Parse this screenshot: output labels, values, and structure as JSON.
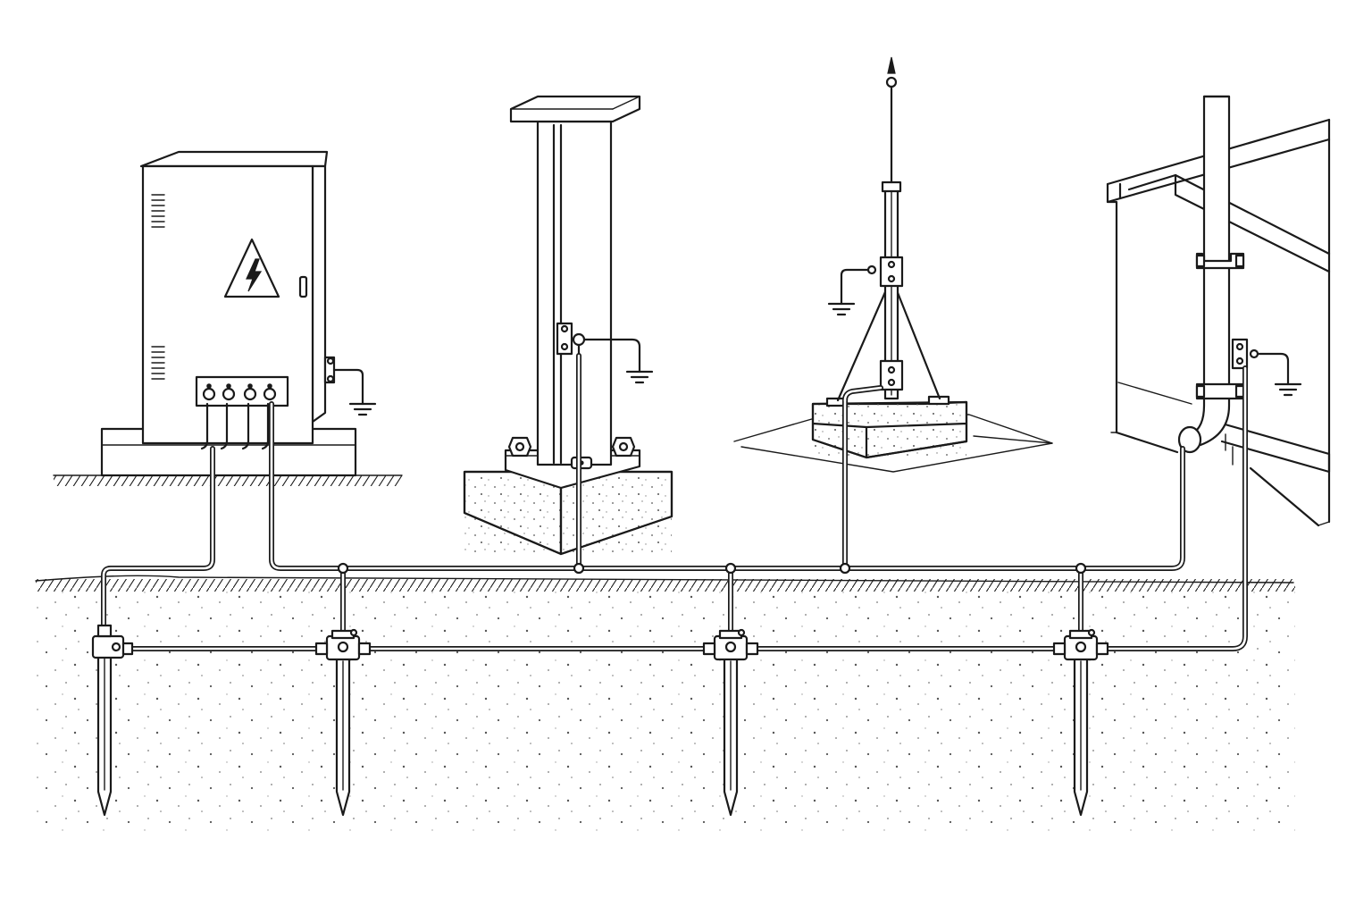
{
  "diagram": {
    "type": "grounding-system-line-drawing",
    "colors": {
      "line": "#1a1a1a",
      "background": "#ffffff"
    },
    "elements": [
      {
        "id": "electrical-cabinet",
        "icon": "high-voltage-warning-icon"
      },
      {
        "id": "steel-column-on-concrete-footing"
      },
      {
        "id": "lightning-rod-mast-on-concrete-block"
      },
      {
        "id": "downpipe-at-building-parapet"
      },
      {
        "id": "ground-rods",
        "count": 4
      },
      {
        "id": "ground-symbols",
        "count": 4,
        "icon": "ground-symbol-icon"
      }
    ]
  }
}
